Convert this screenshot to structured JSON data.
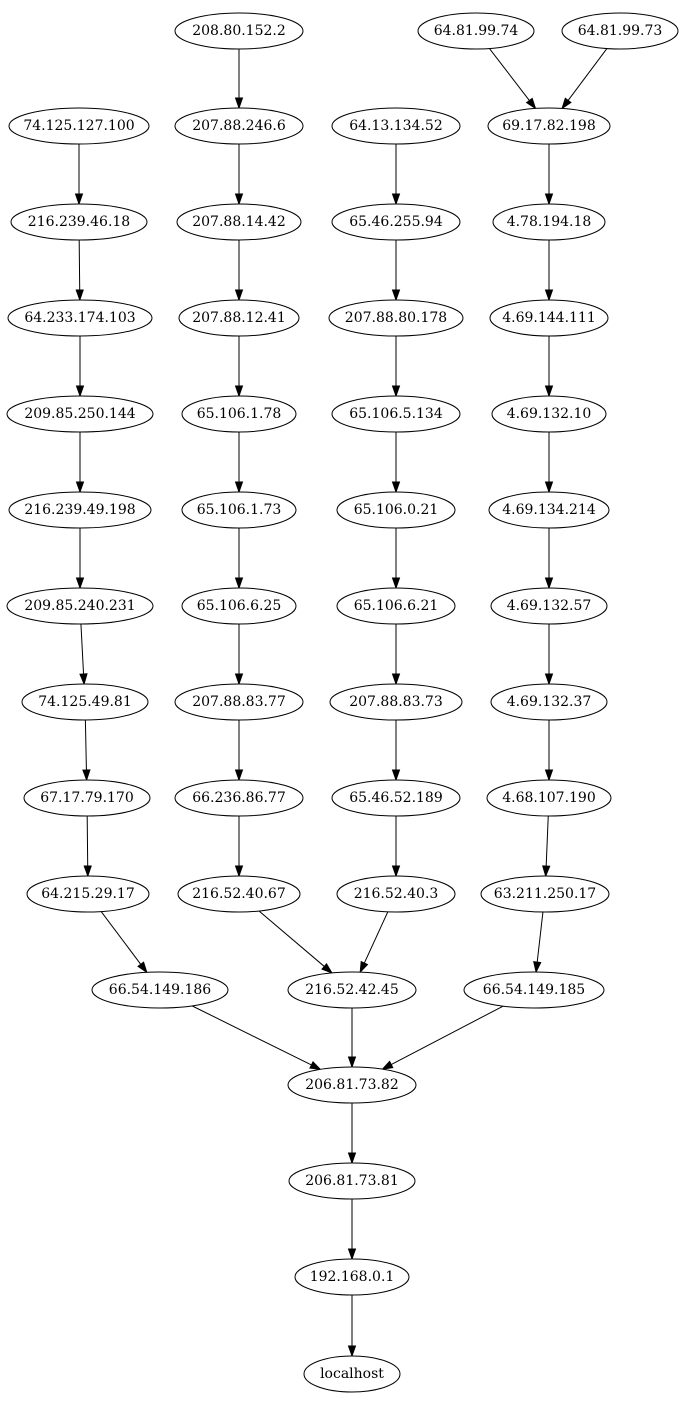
{
  "nodes": [
    {
      "id": "n1",
      "label": "208.80.152.2"
    },
    {
      "id": "n2",
      "label": "64.81.99.74"
    },
    {
      "id": "n3",
      "label": "64.81.99.73"
    },
    {
      "id": "n4",
      "label": "74.125.127.100"
    },
    {
      "id": "n5",
      "label": "207.88.246.6"
    },
    {
      "id": "n6",
      "label": "64.13.134.52"
    },
    {
      "id": "n7",
      "label": "69.17.82.198"
    },
    {
      "id": "n8",
      "label": "216.239.46.18"
    },
    {
      "id": "n9",
      "label": "207.88.14.42"
    },
    {
      "id": "n10",
      "label": "65.46.255.94"
    },
    {
      "id": "n11",
      "label": "4.78.194.18"
    },
    {
      "id": "n12",
      "label": "64.233.174.103"
    },
    {
      "id": "n13",
      "label": "207.88.12.41"
    },
    {
      "id": "n14",
      "label": "207.88.80.178"
    },
    {
      "id": "n15",
      "label": "4.69.144.111"
    },
    {
      "id": "n16",
      "label": "209.85.250.144"
    },
    {
      "id": "n17",
      "label": "65.106.1.78"
    },
    {
      "id": "n18",
      "label": "65.106.5.134"
    },
    {
      "id": "n19",
      "label": "4.69.132.10"
    },
    {
      "id": "n20",
      "label": "216.239.49.198"
    },
    {
      "id": "n21",
      "label": "65.106.1.73"
    },
    {
      "id": "n22",
      "label": "65.106.0.21"
    },
    {
      "id": "n23",
      "label": "4.69.134.214"
    },
    {
      "id": "n24",
      "label": "209.85.240.231"
    },
    {
      "id": "n25",
      "label": "65.106.6.25"
    },
    {
      "id": "n26",
      "label": "65.106.6.21"
    },
    {
      "id": "n27",
      "label": "4.69.132.57"
    },
    {
      "id": "n28",
      "label": "74.125.49.81"
    },
    {
      "id": "n29",
      "label": "207.88.83.77"
    },
    {
      "id": "n30",
      "label": "207.88.83.73"
    },
    {
      "id": "n31",
      "label": "4.69.132.37"
    },
    {
      "id": "n32",
      "label": "67.17.79.170"
    },
    {
      "id": "n33",
      "label": "66.236.86.77"
    },
    {
      "id": "n34",
      "label": "65.46.52.189"
    },
    {
      "id": "n35",
      "label": "4.68.107.190"
    },
    {
      "id": "n36",
      "label": "64.215.29.17"
    },
    {
      "id": "n37",
      "label": "216.52.40.67"
    },
    {
      "id": "n38",
      "label": "216.52.40.3"
    },
    {
      "id": "n39",
      "label": "63.211.250.17"
    },
    {
      "id": "n40",
      "label": "66.54.149.186"
    },
    {
      "id": "n41",
      "label": "216.52.42.45"
    },
    {
      "id": "n42",
      "label": "66.54.149.185"
    },
    {
      "id": "n43",
      "label": "206.81.73.82"
    },
    {
      "id": "n44",
      "label": "206.81.73.81"
    },
    {
      "id": "n45",
      "label": "192.168.0.1"
    },
    {
      "id": "n46",
      "label": "localhost"
    }
  ],
  "edges": [
    [
      "n1",
      "n5"
    ],
    [
      "n2",
      "n7"
    ],
    [
      "n3",
      "n7"
    ],
    [
      "n4",
      "n8"
    ],
    [
      "n5",
      "n9"
    ],
    [
      "n6",
      "n10"
    ],
    [
      "n7",
      "n11"
    ],
    [
      "n8",
      "n12"
    ],
    [
      "n9",
      "n13"
    ],
    [
      "n10",
      "n14"
    ],
    [
      "n11",
      "n15"
    ],
    [
      "n12",
      "n16"
    ],
    [
      "n13",
      "n17"
    ],
    [
      "n14",
      "n18"
    ],
    [
      "n15",
      "n19"
    ],
    [
      "n16",
      "n20"
    ],
    [
      "n17",
      "n21"
    ],
    [
      "n18",
      "n22"
    ],
    [
      "n19",
      "n23"
    ],
    [
      "n20",
      "n24"
    ],
    [
      "n21",
      "n25"
    ],
    [
      "n22",
      "n26"
    ],
    [
      "n23",
      "n27"
    ],
    [
      "n24",
      "n28"
    ],
    [
      "n25",
      "n29"
    ],
    [
      "n26",
      "n30"
    ],
    [
      "n27",
      "n31"
    ],
    [
      "n28",
      "n32"
    ],
    [
      "n29",
      "n33"
    ],
    [
      "n30",
      "n34"
    ],
    [
      "n31",
      "n35"
    ],
    [
      "n32",
      "n36"
    ],
    [
      "n33",
      "n37"
    ],
    [
      "n34",
      "n38"
    ],
    [
      "n35",
      "n39"
    ],
    [
      "n36",
      "n40"
    ],
    [
      "n37",
      "n41"
    ],
    [
      "n38",
      "n41"
    ],
    [
      "n39",
      "n42"
    ],
    [
      "n40",
      "n43"
    ],
    [
      "n41",
      "n43"
    ],
    [
      "n42",
      "n43"
    ],
    [
      "n43",
      "n44"
    ],
    [
      "n44",
      "n45"
    ],
    [
      "n45",
      "n46"
    ]
  ]
}
